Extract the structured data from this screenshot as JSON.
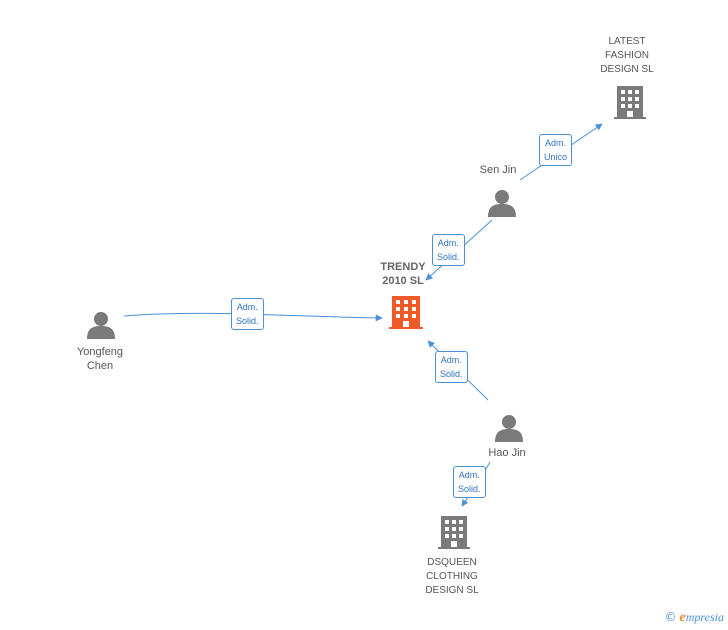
{
  "nodes": {
    "trendy": {
      "name": "TRENDY\n2010 SL",
      "type": "company",
      "highlight": true
    },
    "latest": {
      "name": "LATEST\nFASHION\nDESIGN SL",
      "type": "company"
    },
    "dsqueen": {
      "name": "DSQUEEN\nCLOTHING\nDESIGN SL",
      "type": "company"
    },
    "sen": {
      "name": "Sen Jin",
      "type": "person"
    },
    "yongfeng": {
      "name": "Yongfeng\nChen",
      "type": "person"
    },
    "hao": {
      "name": "Hao Jin",
      "type": "person"
    }
  },
  "relations": {
    "sen_latest": "Adm.\nUnico",
    "sen_trendy": "Adm.\nSolid.",
    "yongfeng_trendy": "Adm.\nSolid.",
    "hao_trendy": "Adm.\nSolid.",
    "hao_dsqueen": "Adm.\nSolid."
  },
  "colors": {
    "link": "#4a90d9",
    "highlight_company": "#f05a28",
    "company": "#7a7a7a",
    "person": "#7a7a7a"
  },
  "watermark": {
    "symbol": "©",
    "brand_first": "e",
    "brand_rest": "mpresia"
  }
}
